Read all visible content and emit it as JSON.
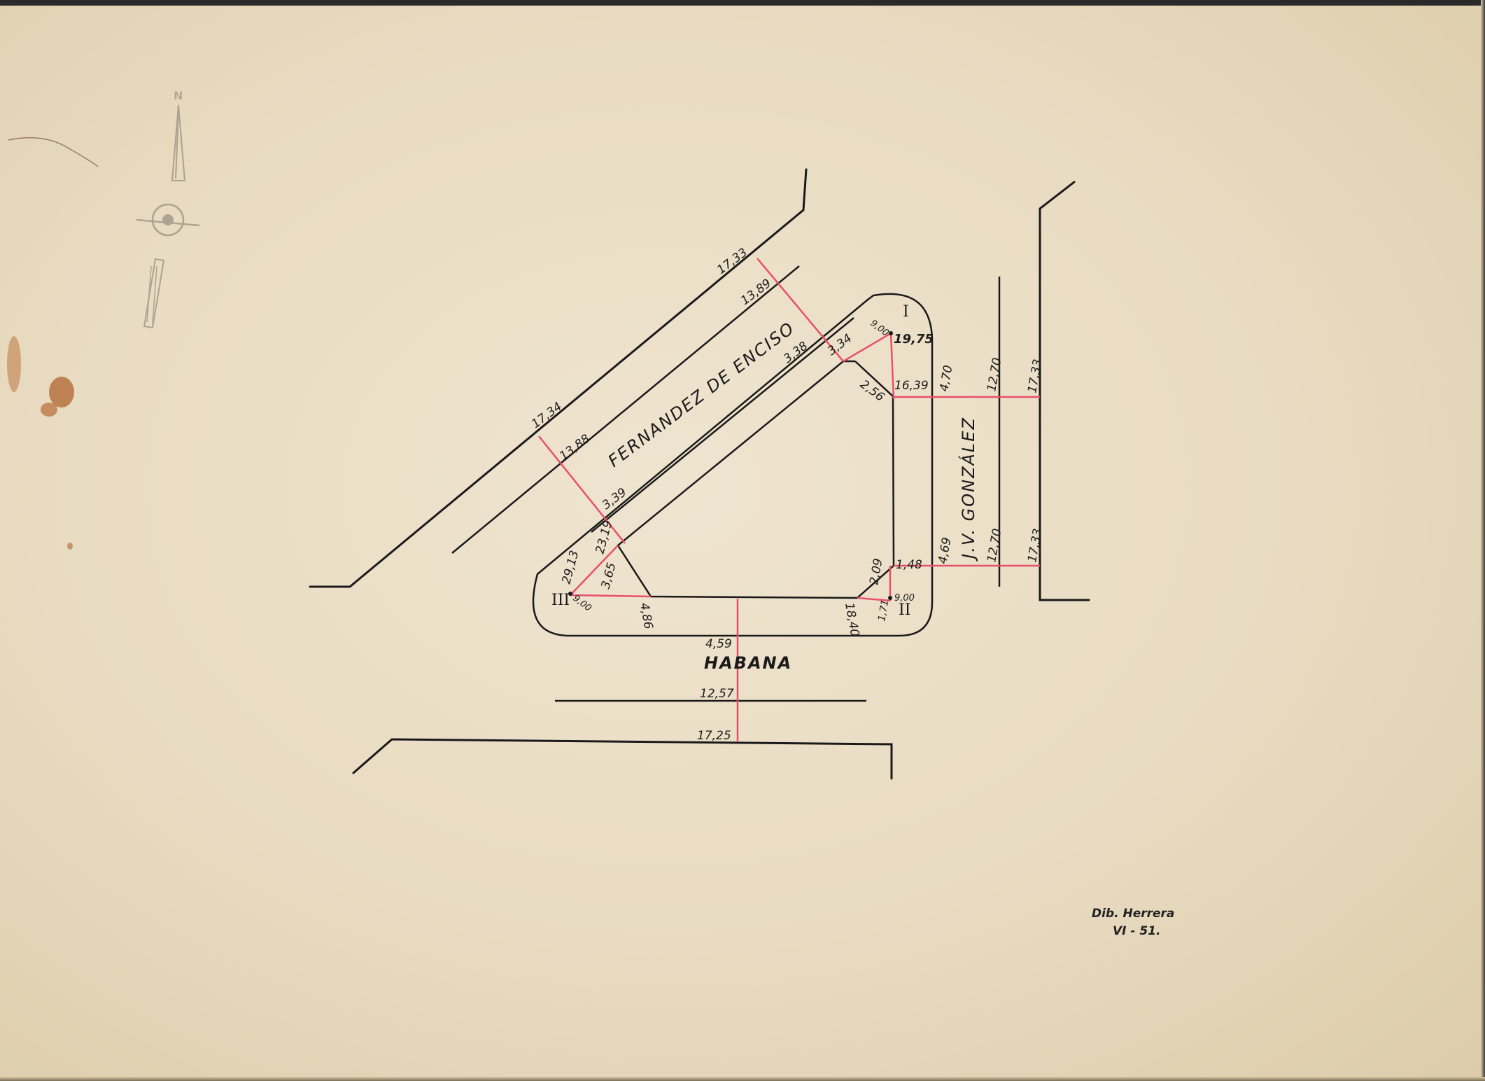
{
  "compass": {
    "north_label": "N",
    "icon": "north-arrow-icon"
  },
  "streets": {
    "fernandez": "FERNANDEZ DE ENCISO",
    "gonzalez": "J.V. GONZÁLEZ",
    "habana": "HABANA"
  },
  "vertices": {
    "v1": "I",
    "v2": "II",
    "v3": "III"
  },
  "dimensions": {
    "fe_outer_right": "17,33",
    "fe_mid_right": "13,89",
    "fe_inner_right": "3,38",
    "fe_outer_left": "17,34",
    "fe_mid_left": "13,88",
    "fe_inner_left": "3,39",
    "fe_corner": "3,34",
    "v1_rad": "9,00",
    "v1_side": "19,75",
    "v1_inner": "2,56",
    "v1_lower": "16,39",
    "jv_top_inner": "4,70",
    "jv_top_mid": "12,70",
    "jv_top_outer": "17,33",
    "jv_bot_inner": "4,69",
    "jv_bot_mid": "12,70",
    "jv_bot_outer": "17,33",
    "v2_upper": "1,48",
    "v2_diag": "2,09",
    "v2_rad": "9,00",
    "v2_small": "1,71",
    "v2_base": "18,40",
    "v3_left": "29,13",
    "v3_side": "23,19",
    "v3_diag": "3,65",
    "v3_rad": "9,00",
    "v3_base": "4,86",
    "hab_inner": "4,59",
    "hab_mid": "12,57",
    "hab_outer": "17,25"
  },
  "signature": {
    "line1": "Dib. Herrera",
    "line2": "VI - 51."
  }
}
